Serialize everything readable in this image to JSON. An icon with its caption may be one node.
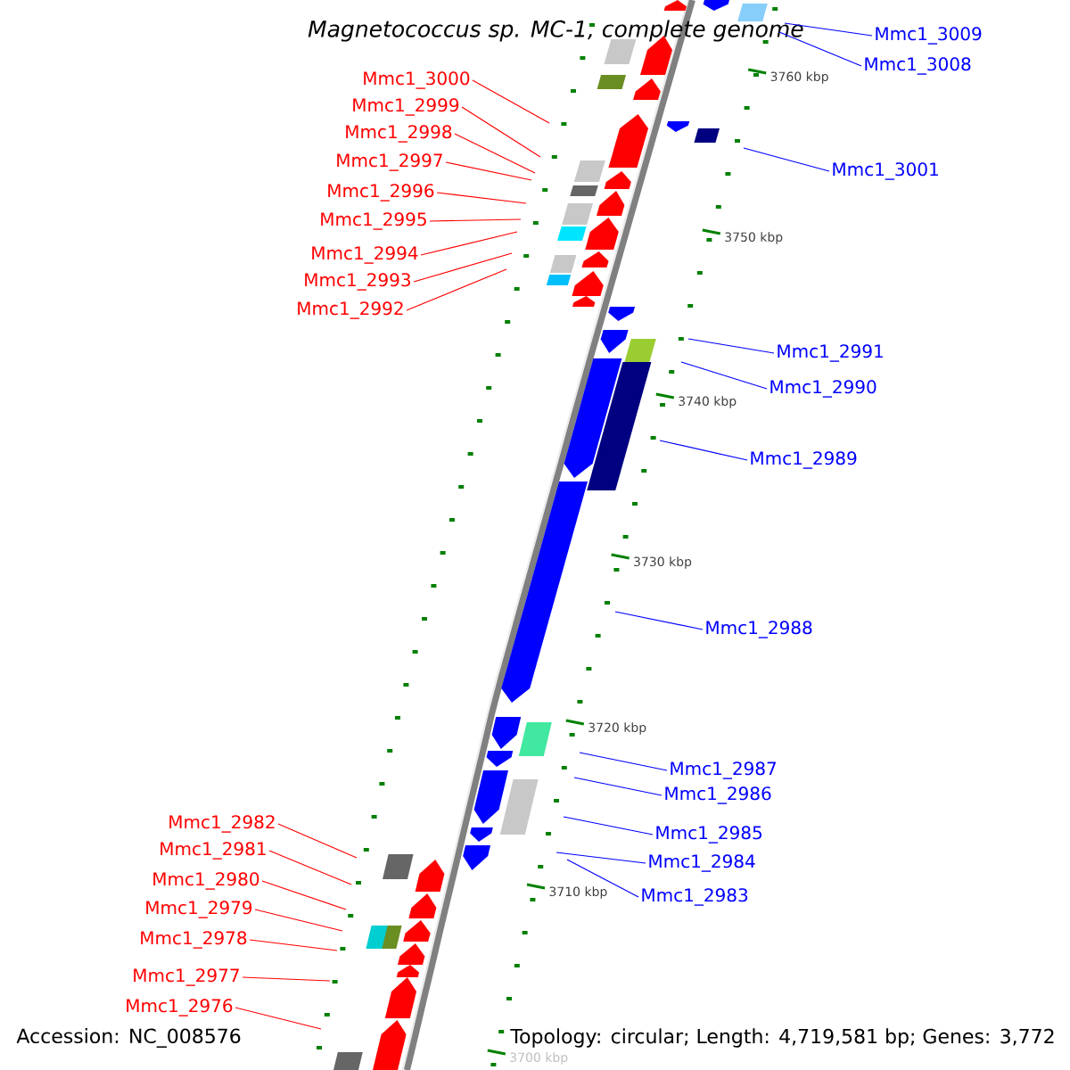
{
  "diagram": {
    "title": "*Magnetococcus sp. MC-1, complete genome*",
    "nodes": [
      {
        "text": [
          "Mmc1_3009"
        ]
      },
      {
        "text": [
          "Mmc1_3008"
        ]
      },
      {
        "text": [
          "Mmc1_3000"
        ]
      },
      {
        "text": [
          "Mmc1_2999"
        ]
      },
      {
        "text": [
          "Mmc1_2998"
        ]
      },
      {
        "text": [
          "Mmc1_3001"
        ]
      },
      {
        "text": [
          "Mmc1_2997"
        ]
      },
      {
        "text": [
          "Mmc1_2996"
        ]
      },
      {
        "text": [
          "Mmc1_2995"
        ]
      },
      {
        "text": [
          "Mmc1_2994"
        ]
      },
      {
        "text": [
          "Mmc1_2993"
        ]
      },
      {
        "text": [
          "Mmc1_2992"
        ]
      },
      {
        "text": [
          "Mmc1_2991"
        ]
      },
      {
        "text": [
          "Mmc1_2990"
        ]
      },
      {
        "text": [
          "Mmc1_2989"
        ]
      },
      {
        "text": [
          "Mmc1_2988"
        ]
      },
      {
        "text": [
          "Mmc1_2987"
        ]
      },
      {
        "text": [
          "Mmc1_2986"
        ]
      },
      {
        "text": [
          "Mmc1_2982"
        ]
      },
      {
        "text": [
          "Mmc1_2985"
        ]
      },
      {
        "text": [
          "Mmc1_2981"
        ]
      },
      {
        "text": [
          "Mmc1_2984"
        ]
      },
      {
        "text": [
          "Mmc1_2980"
        ]
      },
      {
        "text": [
          "Mmc1_2983"
        ]
      },
      {
        "text": [
          "Mmc1_2979"
        ]
      },
      {
        "text": [
          "Mmc1_2978"
        ]
      },
      {
        "text": [
          "Mmc1_2977"
        ]
      },
      {
        "text": [
          "Mmc1_2976"
        ]
      }
    ],
    "edges": [
      {
        "from": 0,
        "to": null,
        "arrow": "none",
        "color": "#0000ff"
      },
      {
        "from": 1,
        "to": null,
        "arrow": "none",
        "color": "#0000ff"
      },
      {
        "from": 2,
        "to": null,
        "arrow": "none"
      },
      {
        "from": 3,
        "to": null,
        "arrow": "none"
      },
      {
        "from": 4,
        "to": null,
        "arrow": "none"
      },
      {
        "from": 5,
        "to": null,
        "arrow": "none",
        "color": "#0000ff"
      },
      {
        "from": 6,
        "to": null,
        "arrow": "none"
      },
      {
        "from": 7,
        "to": null,
        "arrow": "none"
      },
      {
        "from": 8,
        "to": null,
        "arrow": "none"
      },
      {
        "from": 9,
        "to": null,
        "arrow": "none"
      },
      {
        "from": 10,
        "to": null,
        "arrow": "none"
      },
      {
        "from": 11,
        "to": null,
        "arrow": "none"
      },
      {
        "from": 12,
        "to": null,
        "arrow": "none",
        "color": "#0000ff"
      },
      {
        "from": 13,
        "to": null,
        "arrow": "none",
        "color": "#0000ff"
      },
      {
        "from": 14,
        "to": null,
        "arrow": "none",
        "color": "#0000ff"
      },
      {
        "from": 15,
        "to": null,
        "arrow": "none",
        "color": "#0000ff"
      },
      {
        "from": 16,
        "to": null,
        "arrow": "none",
        "color": "#0000ff"
      },
      {
        "from": 17,
        "to": null,
        "arrow": "none",
        "color": "#0000ff"
      },
      {
        "from": 18,
        "to": null,
        "arrow": "none"
      },
      {
        "from": 19,
        "to": null,
        "arrow": "none",
        "color": "#0000ff"
      },
      {
        "from": 20,
        "to": null,
        "arrow": "none"
      },
      {
        "from": 21,
        "to": null,
        "arrow": "none",
        "color": "#0000ff"
      },
      {
        "from": 22,
        "to": null,
        "arrow": "none"
      },
      {
        "from": 23,
        "to": null,
        "arrow": "none",
        "color": "#0000ff"
      },
      {
        "from": 24,
        "to": null,
        "arrow": "none"
      },
      {
        "from": 25,
        "to": null,
        "arrow": "none"
      },
      {
        "from": 26,
        "to": null,
        "arrow": "none"
      },
      {
        "from": 27,
        "to": null,
        "arrow": "none"
      }
    ],
    "labels": [
      "3760 kbp",
      "3750 kbp",
      "3740 kbp",
      "3730 kbp",
      "3720 kbp",
      "3710 kbp",
      "3700 kbp",
      "Accession: NC_008576",
      "Topology: circular; Length: 4,719,581 bp; Genes: 3,772"
    ]
  }
}
